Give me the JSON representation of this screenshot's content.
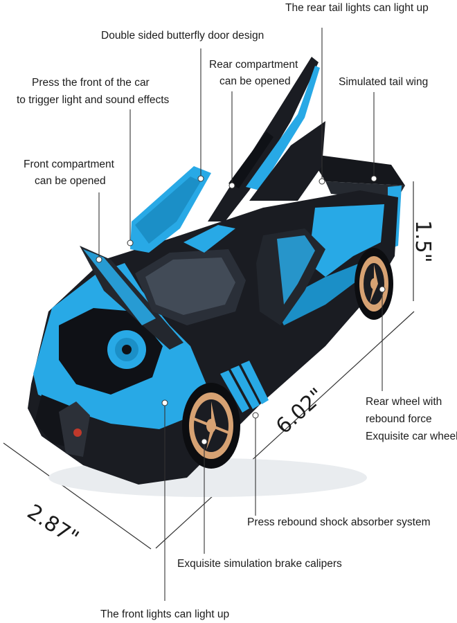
{
  "callouts": {
    "rear_tail_lights": "The rear tail lights can light up",
    "butterfly_door": "Double sided butterfly door design",
    "rear_compartment_line1": "Rear compartment",
    "rear_compartment_line2": "can be opened",
    "tail_wing": "Simulated tail wing",
    "press_front_line1": "Press the front of the car",
    "press_front_line2": "to trigger light and sound effects",
    "front_compartment_line1": "Front compartment",
    "front_compartment_line2": "can be opened",
    "rear_wheel_line1": "Rear wheel with",
    "rear_wheel_line2": "rebound force",
    "rear_wheel_line3": "Exquisite car wheels",
    "shock_absorber": "Press rebound shock absorber system",
    "brake_calipers": "Exquisite simulation brake calipers",
    "front_lights": "The front lights can light up"
  },
  "dimensions": {
    "height": "1.5\"",
    "length": "6.02\"",
    "width": "2.87\""
  },
  "colors": {
    "body_blue": "#28a9e6",
    "body_black": "#1a1c22",
    "wheel_gold": "#d7a273",
    "line": "#333333"
  }
}
